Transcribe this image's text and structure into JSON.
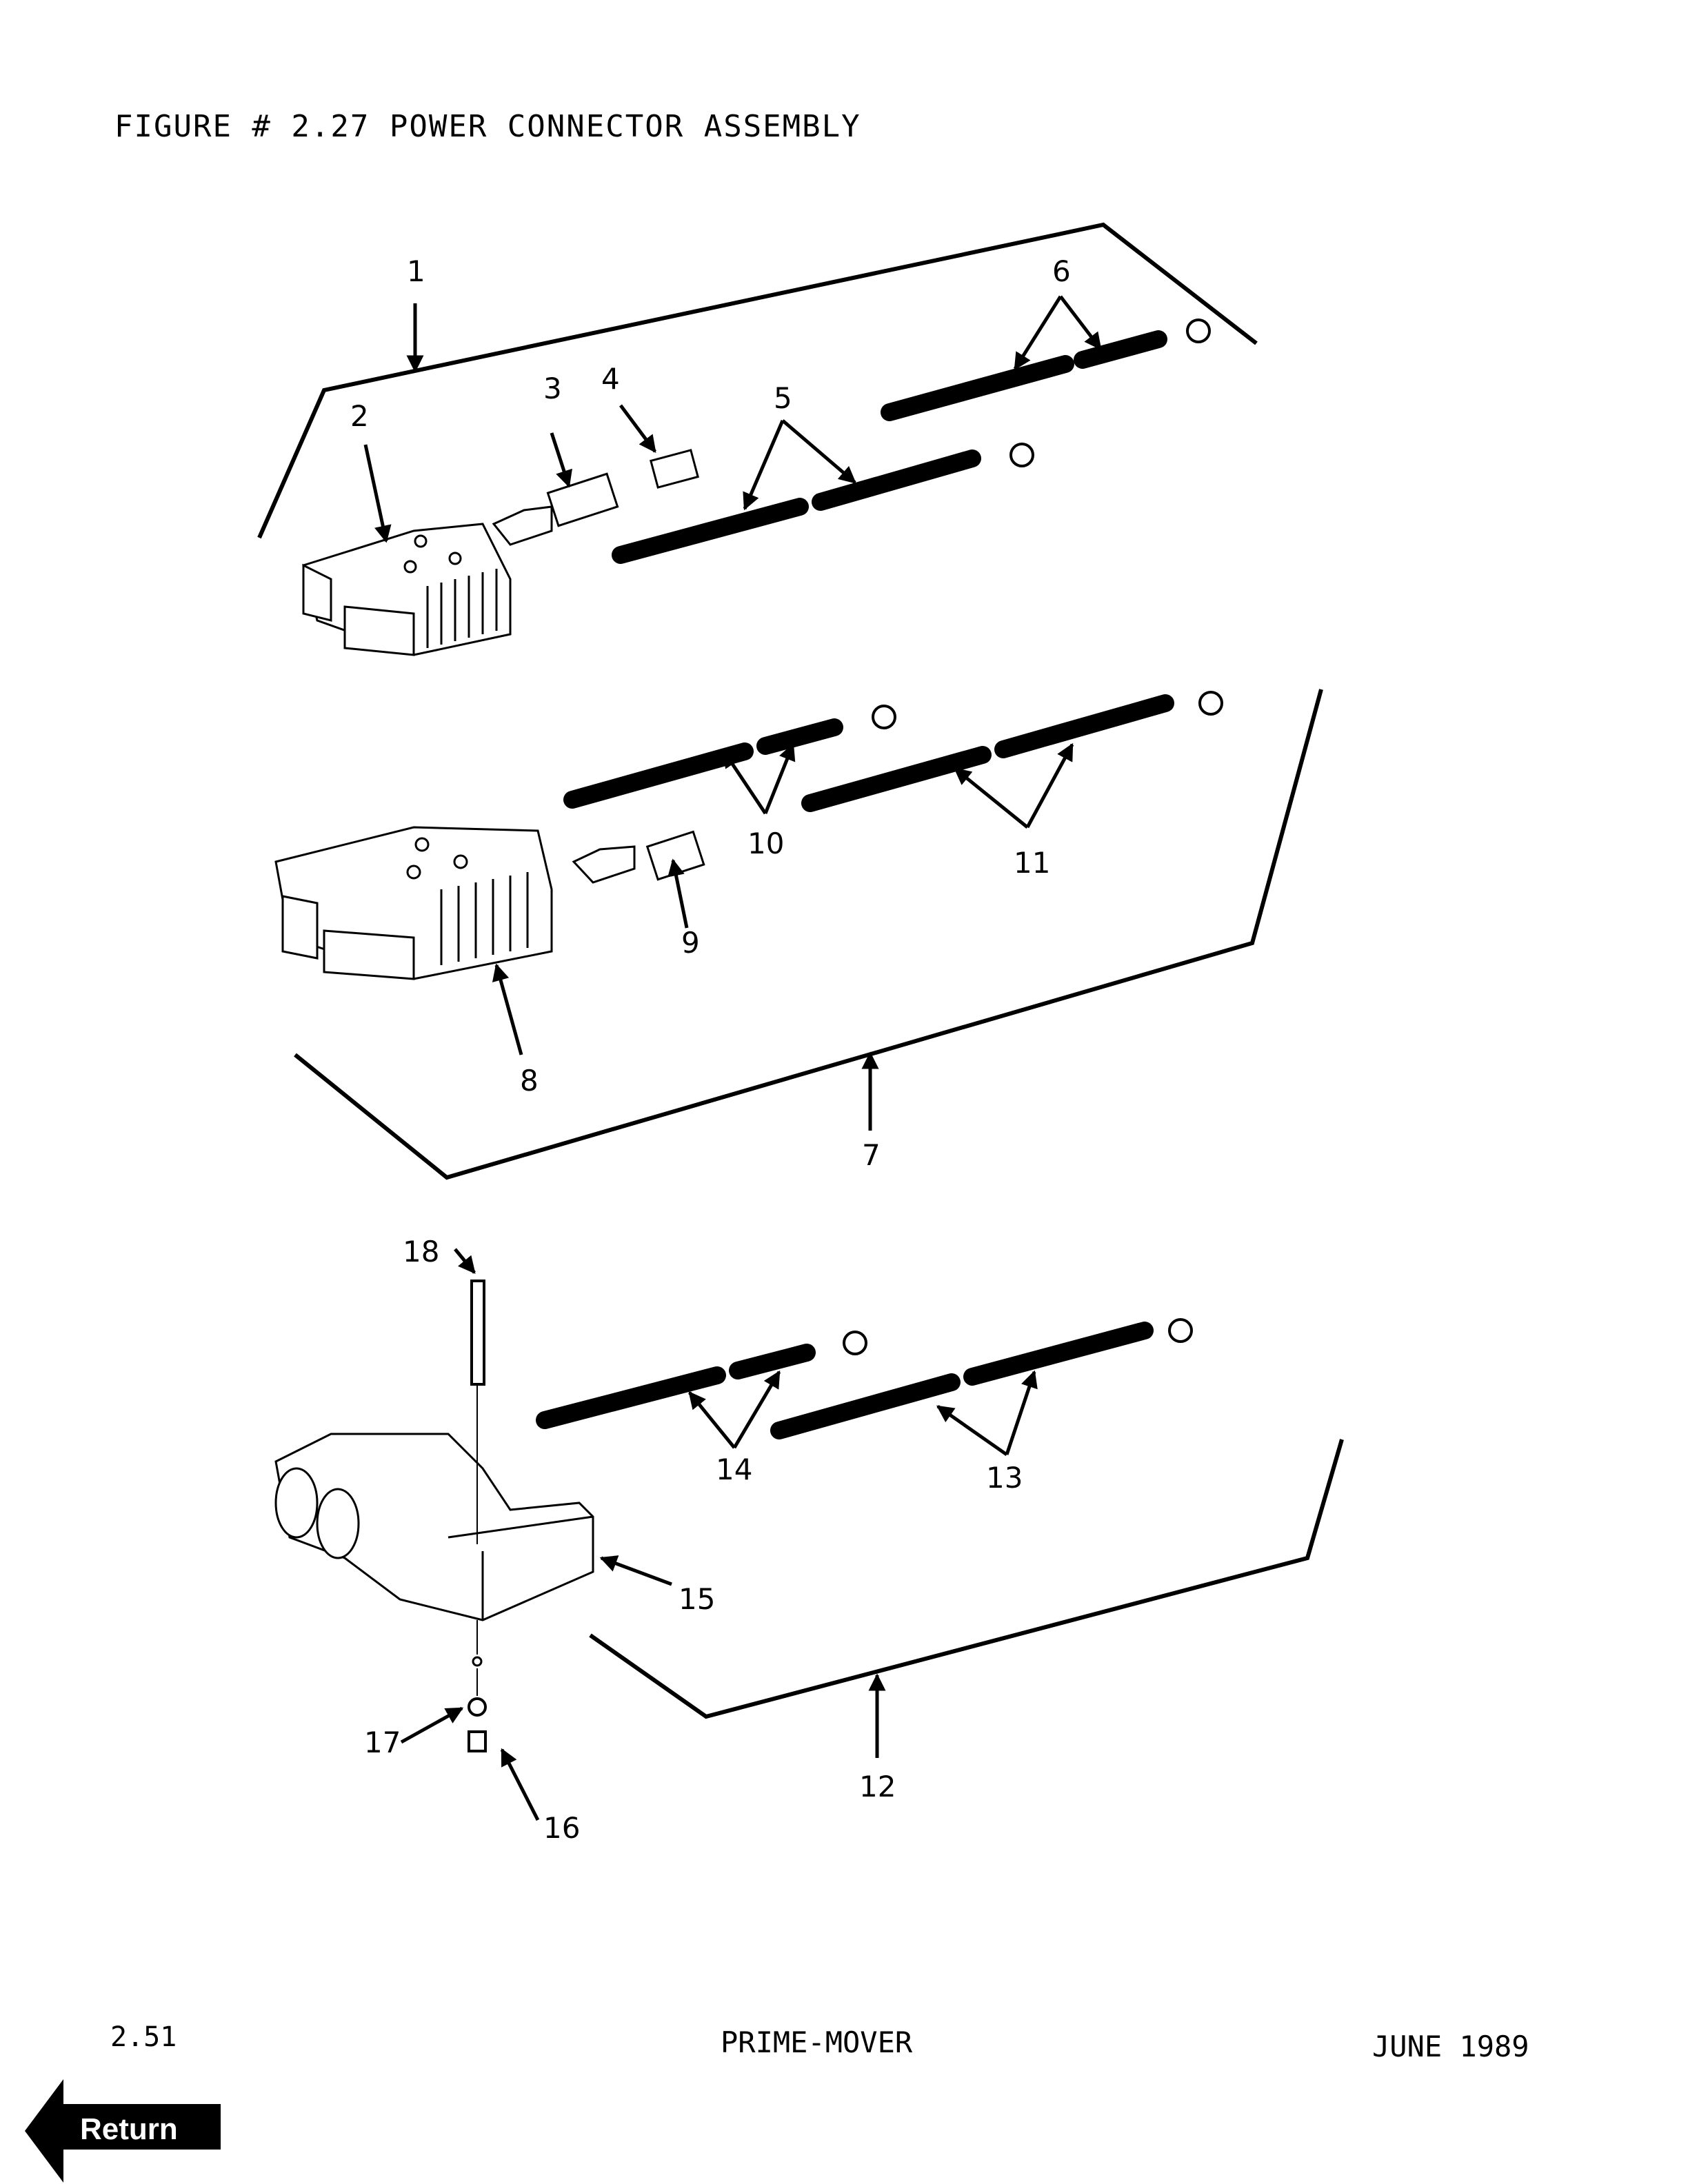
{
  "header": {
    "title": "FIGURE # 2.27 POWER CONNECTOR ASSEMBLY"
  },
  "callouts": {
    "c1": "1",
    "c2": "2",
    "c3": "3",
    "c4": "4",
    "c5": "5",
    "c6": "6",
    "c7": "7",
    "c8": "8",
    "c9": "9",
    "c10": "10",
    "c11": "11",
    "c12": "12",
    "c13": "13",
    "c14": "14",
    "c15": "15",
    "c16": "16",
    "c17": "17",
    "c18": "18"
  },
  "footer": {
    "page": "2.51",
    "manual": "PRIME-MOVER",
    "date": "JUNE 1989"
  },
  "nav": {
    "return_label": "Return",
    "return_icon": "left-arrow-icon"
  }
}
